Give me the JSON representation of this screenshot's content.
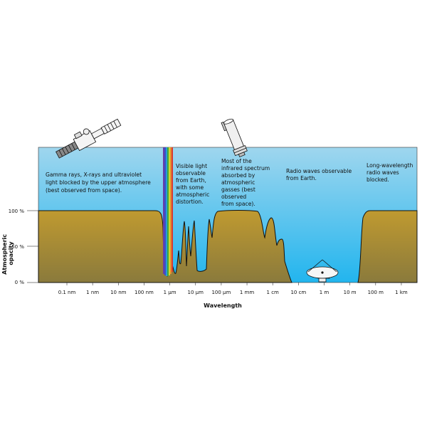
{
  "annotations": {
    "gamma": [
      "Gamma rays, X-rays and ultraviolet",
      "light blocked by the upper atmosphere",
      "(best observed from space)."
    ],
    "visible": [
      "Visible light",
      "observable",
      "from Earth,",
      "with some",
      "atmospheric",
      "distortion."
    ],
    "infrared": [
      "Most of the",
      "infrared spectrum",
      "absorbed by",
      "atmospheric",
      "gasses (best",
      "observed",
      "from space)."
    ],
    "radio": [
      "Radio waves observable",
      "from Earth."
    ],
    "longwave": [
      "Long-wavelength",
      "radio waves",
      "blocked."
    ]
  },
  "y_axis": {
    "title_lines": [
      "Atmospheric",
      "opacity"
    ],
    "ticks": [
      "100 %",
      "50 %",
      "0 %"
    ]
  },
  "x_axis": {
    "title": "Wavelength",
    "ticks": [
      "0.1 nm",
      "1 nm",
      "10 nm",
      "100 nm",
      "1 µm",
      "10 µm",
      "100 µm",
      "1 mm",
      "1 cm",
      "10 cm",
      "1 m",
      "10 m",
      "100 m",
      "1 km"
    ]
  },
  "colors": {
    "sky_top": "#9fd6ee",
    "sky_bottom": "#22b5ee",
    "ground_top": "#c09a30",
    "ground_bottom": "#8a7a3c",
    "outline": "#111111"
  },
  "icons": {
    "satellite": "satellite-icon",
    "space_telescope": "space-telescope-icon",
    "radio_dish": "radio-dish-icon"
  }
}
